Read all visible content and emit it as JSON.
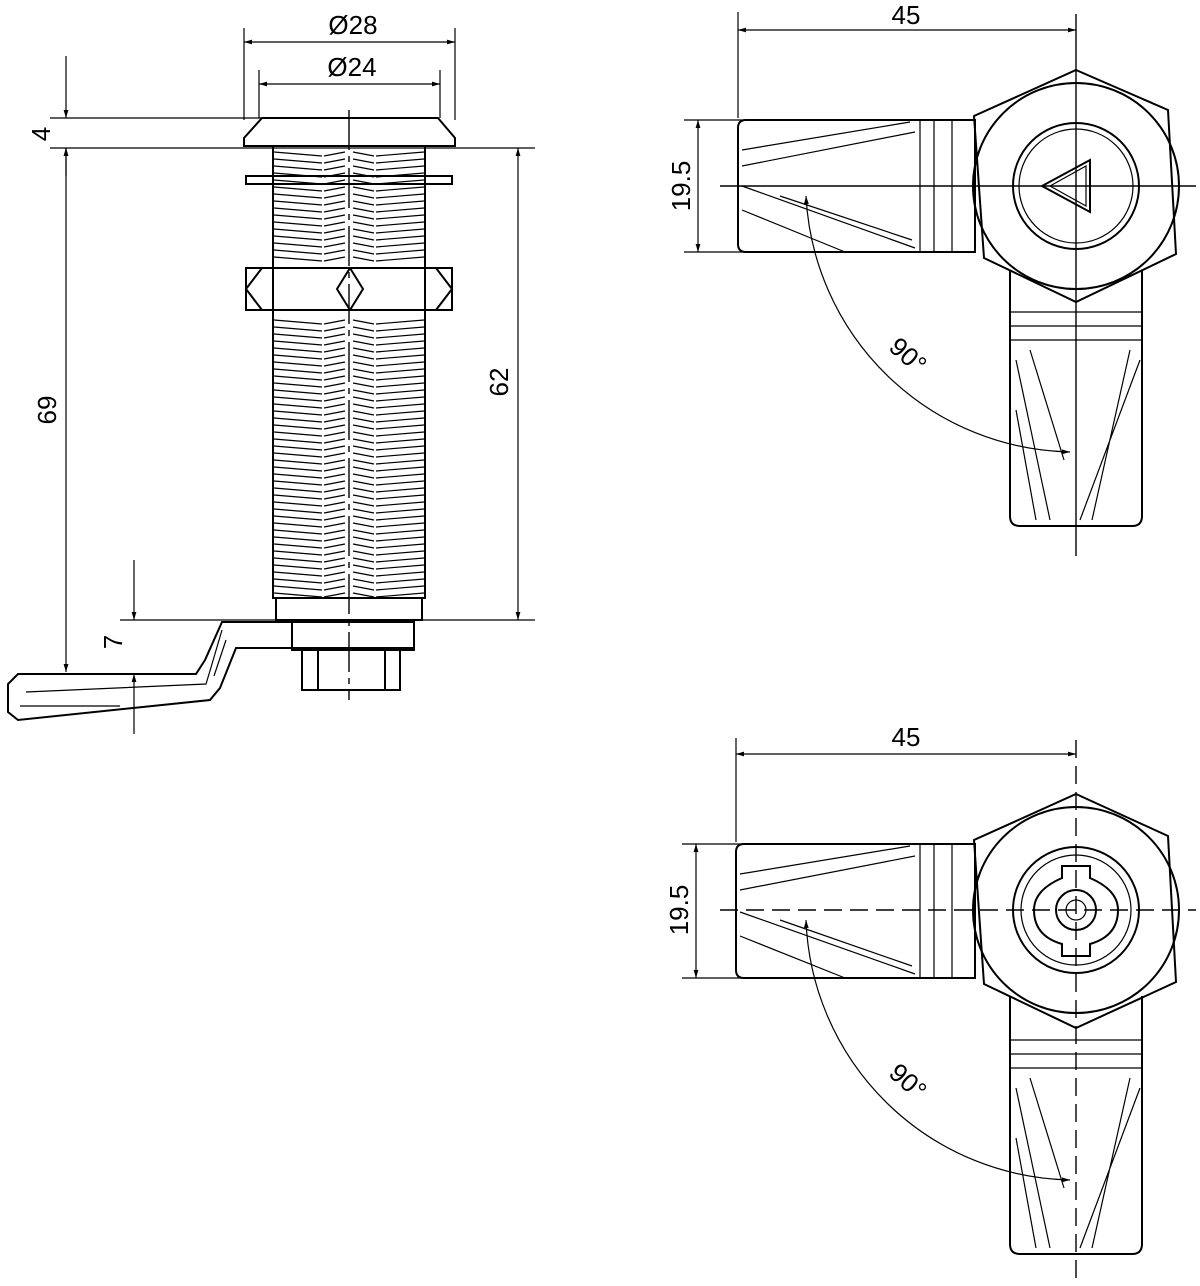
{
  "side_view": {
    "dim_outer_diameter": "Ø28",
    "dim_inner_diameter": "Ø24",
    "dim_flange": "4",
    "dim_total_length": "69",
    "dim_thread_length": "62",
    "dim_cam_offset": "7"
  },
  "top_view": {
    "dim_width": "45",
    "dim_height": "19.5",
    "dim_angle": "90°",
    "key_symbol": "triangle"
  },
  "bottom_view": {
    "dim_width": "45",
    "dim_height": "19.5",
    "dim_angle": "90°",
    "key_symbol": "slot-key"
  }
}
